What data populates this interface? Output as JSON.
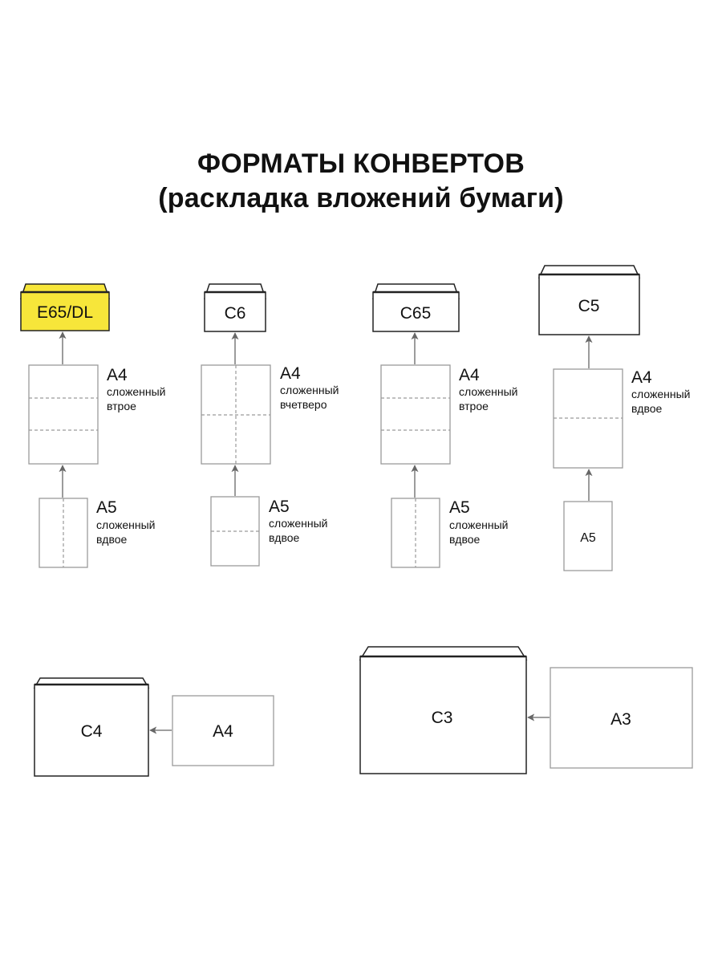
{
  "title": {
    "line1": "ФОРМАТЫ КОНВЕРТОВ",
    "line2": "(раскладка вложений бумаги)"
  },
  "colors": {
    "highlight": "#f7e63a",
    "stroke": "#222222",
    "paper_stroke": "#9a9a9a",
    "fold_line": "#9a9a9a"
  },
  "columns": [
    {
      "envelope": "E65/DL",
      "highlighted": true,
      "a4": {
        "size": "А4",
        "desc1": "сложенный",
        "desc2": "втрое"
      },
      "a5": {
        "size": "А5",
        "desc1": "сложенный",
        "desc2": "вдвое"
      }
    },
    {
      "envelope": "C6",
      "highlighted": false,
      "a4": {
        "size": "А4",
        "desc1": "сложенный",
        "desc2": "вчетверо"
      },
      "a5": {
        "size": "А5",
        "desc1": "сложенный",
        "desc2": "вдвое"
      }
    },
    {
      "envelope": "C65",
      "highlighted": false,
      "a4": {
        "size": "А4",
        "desc1": "сложенный",
        "desc2": "втрое"
      },
      "a5": {
        "size": "А5",
        "desc1": "сложенный",
        "desc2": "вдвое"
      }
    },
    {
      "envelope": "C5",
      "highlighted": false,
      "a4": {
        "size": "А4",
        "desc1": "сложенный",
        "desc2": "вдвое"
      },
      "a5": {
        "inner": "А5"
      }
    }
  ],
  "bottom": [
    {
      "envelope": "C4",
      "paper": "А4"
    },
    {
      "envelope": "C3",
      "paper": "А3"
    }
  ]
}
